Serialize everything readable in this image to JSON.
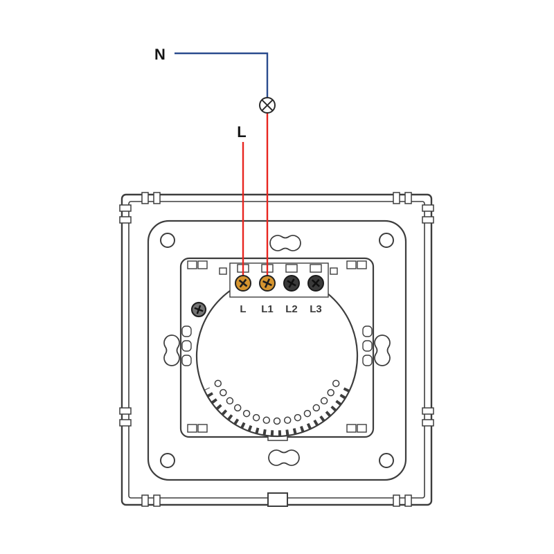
{
  "diagram": {
    "labels": {
      "neutral": "N",
      "live": "L"
    },
    "terminals": [
      "L",
      "L1",
      "L2",
      "L3"
    ],
    "icons": {
      "lamp": "circle-with-x",
      "terminal_screw": "cross-head-screw",
      "fixing_screw": "cross-head-screw"
    },
    "colors": {
      "neutral_wire": "#2A4B8D",
      "live_wire": "#E8251F",
      "outline": "#3d3d3d",
      "terminal_brass": "#D6952F",
      "terminal_dark": "#3a3a3a"
    }
  }
}
